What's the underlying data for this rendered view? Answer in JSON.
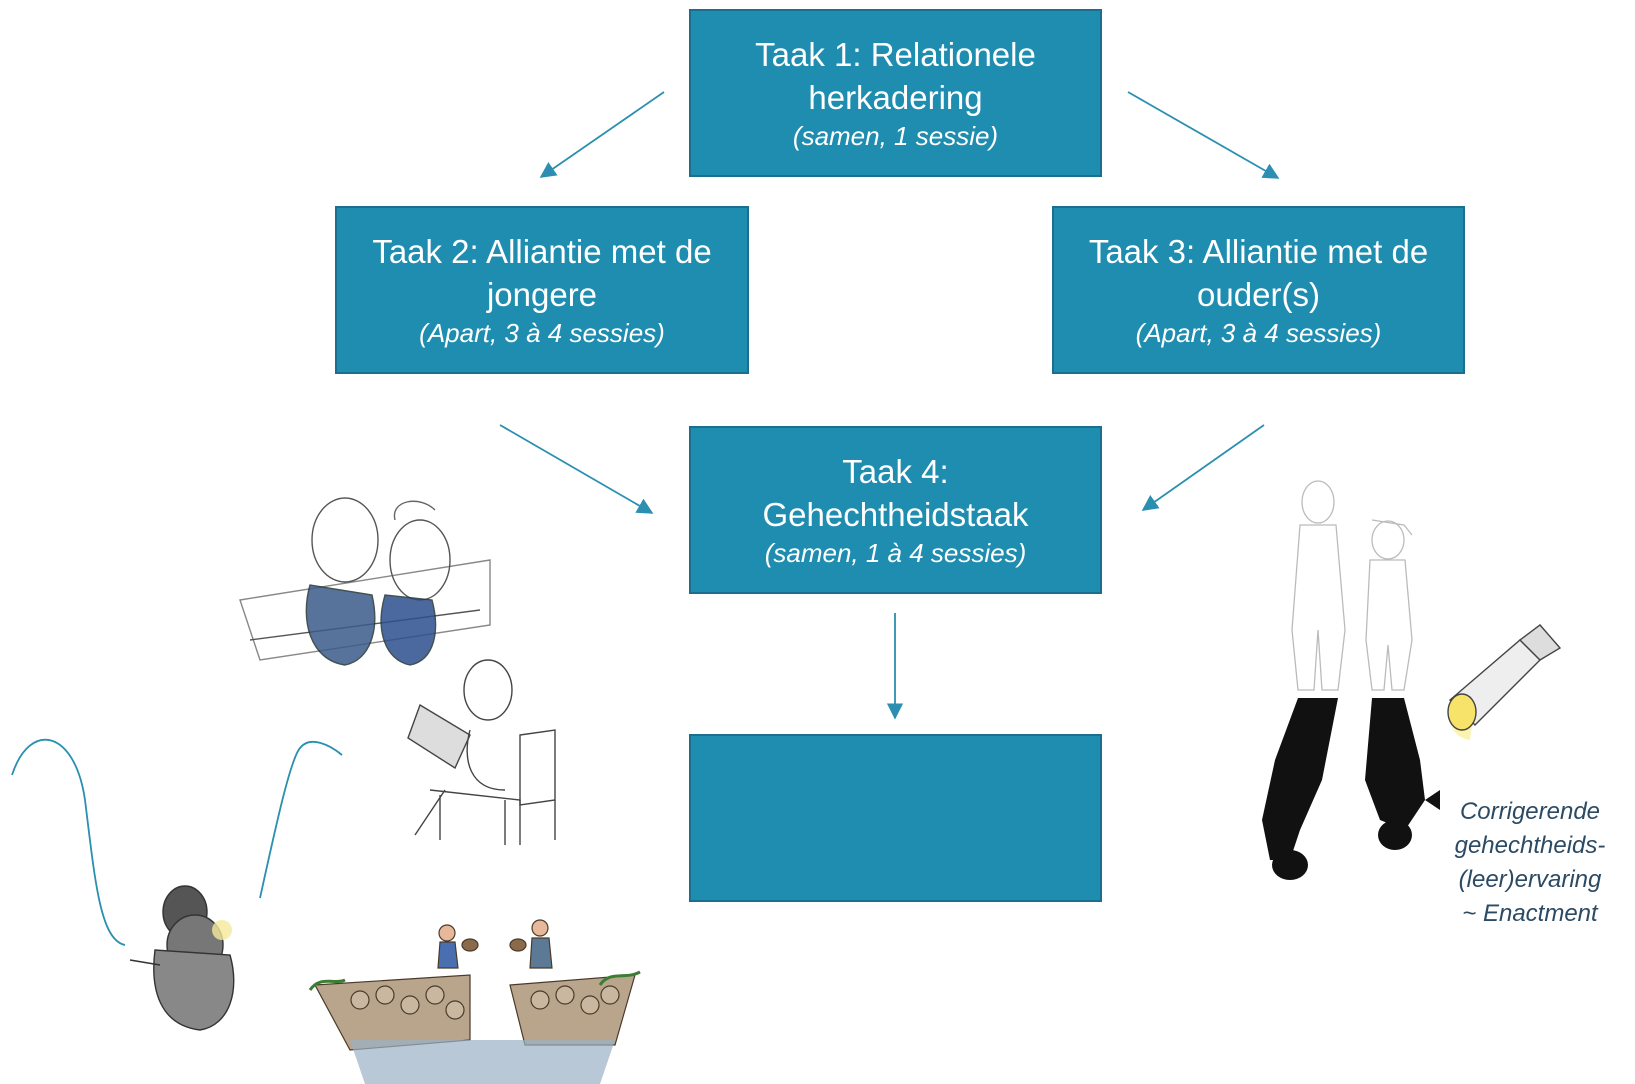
{
  "colors": {
    "box_fill": "#1f8db0",
    "box_border": "#1a6f8f",
    "arrow": "#2a8fb0",
    "caption": "#2b4a63"
  },
  "tasks": {
    "t1": {
      "title_1": "Taak 1: Relationele",
      "title_2": "herkadering",
      "sub": "(samen, 1 sessie)"
    },
    "t2": {
      "title_1": "Taak 2: Alliantie met de",
      "title_2": "jongere",
      "sub": "(Apart, 3 à 4 sessies)"
    },
    "t3": {
      "title_1": "Taak 3: Alliantie met de",
      "title_2": "ouder(s)",
      "sub": "(Apart, 3 à 4 sessies)"
    },
    "t4": {
      "title_1": "Taak 4:",
      "title_2": "Gehechtheidstaak",
      "sub": "(samen, 1 à 4 sessies)"
    }
  },
  "caption": {
    "line1": "Corrigerende",
    "line2": "gehechtheids-",
    "line3": "(leer)ervaring",
    "line4": "~ Enactment"
  },
  "icons": [
    "sketch-couple-hug-icon",
    "sketch-reader-chair-icon",
    "sketch-embrace-icon",
    "sketch-bridge-building-icon",
    "sketch-shadow-figures-icon",
    "flashlight-icon"
  ]
}
